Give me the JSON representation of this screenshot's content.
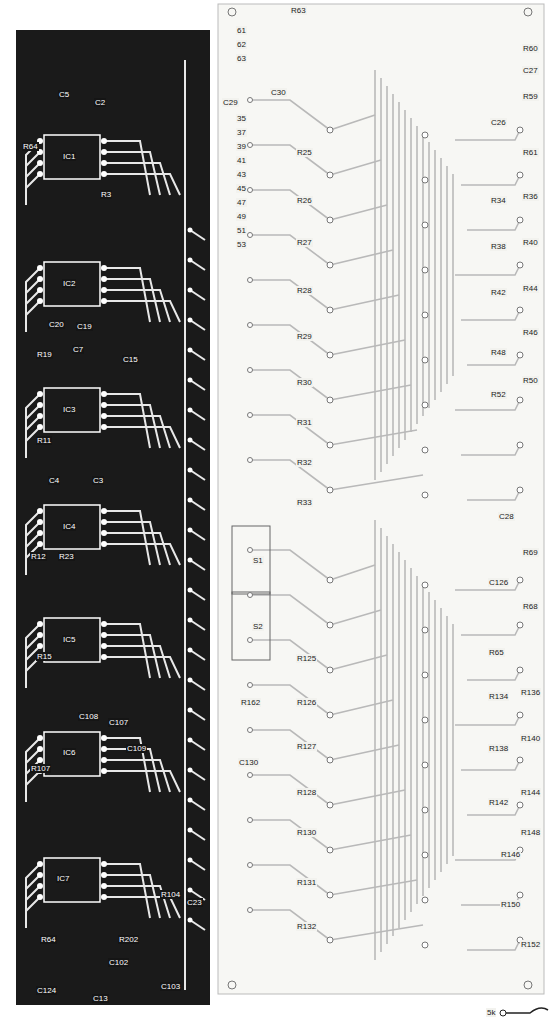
{
  "diagram": {
    "labels": [
      "R64",
      "C5",
      "C2",
      "IC1",
      "R3",
      "C20",
      "C19",
      "IC2",
      "R19",
      "C7",
      "C15",
      "IC3",
      "R11",
      "C4",
      "C3",
      "IC4",
      "R12",
      "R23",
      "IC5",
      "R15",
      "IC6",
      "R107",
      "C107",
      "C108",
      "C109",
      "IC7",
      "R64",
      "R202",
      "R104",
      "C23",
      "C102",
      "C103",
      "C13",
      "C124",
      "R63",
      "61",
      "62",
      "63",
      "C30",
      "C29",
      "R25",
      "R26",
      "R27",
      "R28",
      "R29",
      "R30",
      "R31",
      "R32",
      "R33",
      "35",
      "37",
      "39",
      "41",
      "43",
      "45",
      "47",
      "49",
      "51",
      "53",
      "R60",
      "C27",
      "R59",
      "C26",
      "R61",
      "R36",
      "R34",
      "R40",
      "R38",
      "R44",
      "R42",
      "R46",
      "R48",
      "R50",
      "R52",
      "S1",
      "S2",
      "C28",
      "R69",
      "C126",
      "R68",
      "R65",
      "R136",
      "R134",
      "R140",
      "R138",
      "R144",
      "R142",
      "R148",
      "R146",
      "R150",
      "R152",
      "R125",
      "R126",
      "R127",
      "R128",
      "R130",
      "R131",
      "R132",
      "R162",
      "C130",
      "5k"
    ]
  }
}
